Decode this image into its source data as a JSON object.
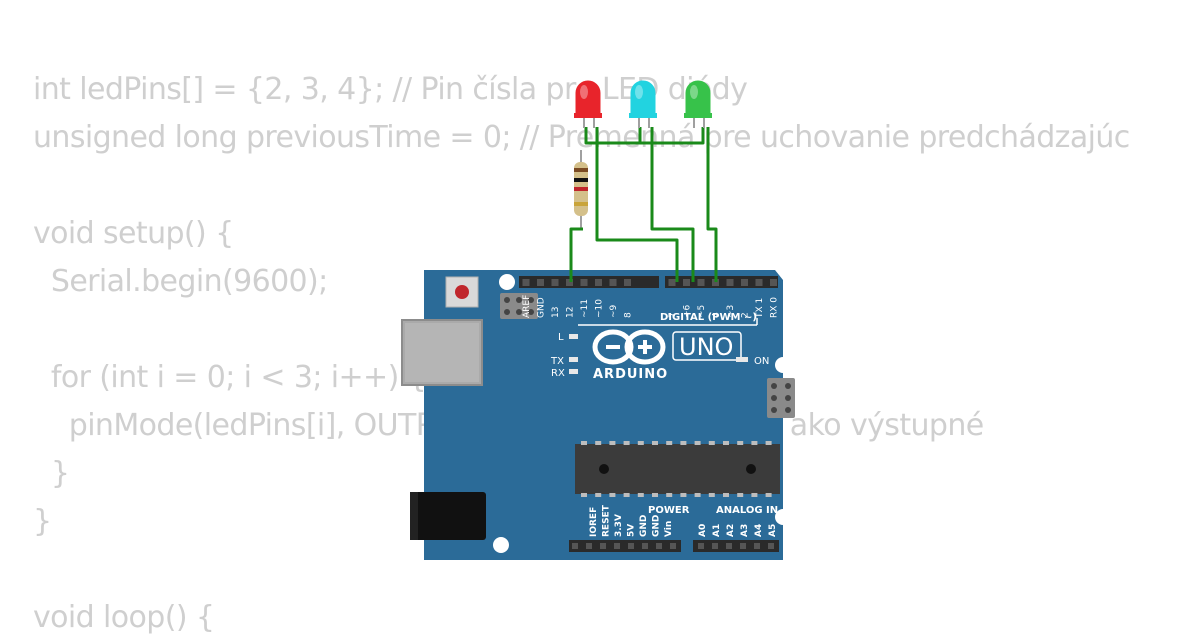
{
  "code_lines": [
    "int ledPins[] = {2, 3, 4}; // Pin čísla pre LED diódy",
    "unsigned long previousTime = 0; // Premenná pre uchovanie predchádzajúc",
    "",
    "void setup() {",
    "  Serial.begin(9600);",
    "",
    "  for (int i = 0; i < 3; i++) {",
    "    pinMode(ledPins[i], OUTPUT); // Nastavenie pinov ako výstupné",
    "  }",
    "}",
    "",
    "void loop() {"
  ],
  "board": {
    "model_text": "UNO",
    "brand_text": "ARDUINO",
    "digital_header_label": "DIGITAL (PWM ~)",
    "power_label": "POWER",
    "analog_label": "ANALOG IN",
    "on_label": "ON",
    "l_label": "L",
    "tx_label": "TX",
    "rx_label": "RX",
    "digital_pins": [
      "AREF",
      "GND",
      "13",
      "12",
      "~11",
      "~10",
      "~9",
      "8",
      "7",
      "~6",
      "~5",
      "4",
      "~3",
      "2",
      "TX 1",
      "RX 0"
    ],
    "power_pins": [
      "IOREF",
      "RESET",
      "3.3V",
      "5V",
      "GND",
      "GND",
      "Vin"
    ],
    "analog_pins": [
      "A0",
      "A1",
      "A2",
      "A3",
      "A4",
      "A5"
    ]
  },
  "leds": [
    {
      "color_name": "red",
      "color": "#e8242b"
    },
    {
      "color_name": "cyan",
      "color": "#22d3e0"
    },
    {
      "color_name": "green",
      "color": "#37c24a"
    }
  ],
  "colors": {
    "board": "#2b6b98",
    "wire": "#1a8a1a",
    "code_text": "#cfcfcf"
  }
}
